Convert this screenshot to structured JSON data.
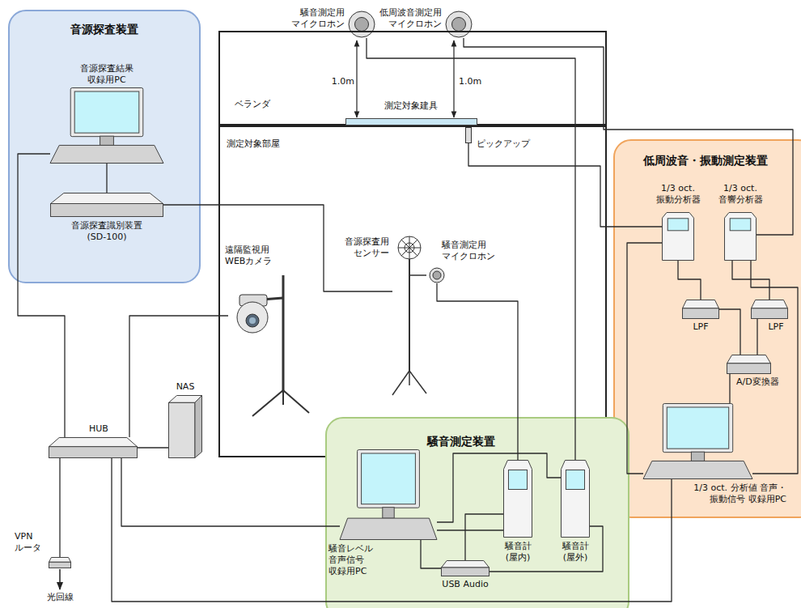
{
  "diagram": {
    "nodes": [
      {
        "text": [
          "音源探査装置"
        ]
      },
      {
        "text": [
          "音源探査結果 収録用PC"
        ],
        "in": 0
      },
      {
        "text": [
          "音源探査識別装置 (SD-100)"
        ],
        "in": 0
      },
      {
        "text": [
          "騒音測定用 マイクロホン"
        ]
      },
      {
        "text": [
          "低周波音測定用 マイクロホン"
        ]
      },
      {
        "text": [
          "ベランダ"
        ]
      },
      {
        "text": [
          "測定対象建具"
        ],
        "in": 5
      },
      {
        "text": [
          "測定対象部屋"
        ]
      },
      {
        "text": [
          "ピックアップ"
        ],
        "in": 7
      },
      {
        "text": [
          "遠隔監視用 WEBカメラ"
        ],
        "in": 7
      },
      {
        "text": [
          "音源探査用 センサー"
        ],
        "in": 7
      },
      {
        "text": [
          "騒音測定用 マイクロホン"
        ],
        "in": 7
      },
      {
        "text": [
          "低周波音・振動測定装置"
        ]
      },
      {
        "text": [
          "1/3 oct. 振動分析器"
        ],
        "in": 12
      },
      {
        "text": [
          "1/3 oct. 音響分析器"
        ],
        "in": 12
      },
      {
        "text": [
          "LPF"
        ],
        "in": 12
      },
      {
        "text": [
          "LPF"
        ],
        "in": 12
      },
      {
        "text": [
          "A/D変換器"
        ],
        "in": 12
      },
      {
        "text": [
          "1/3 oct. 分析値 音声・振動信号 収録用PC"
        ],
        "in": 12
      },
      {
        "text": [
          "NAS"
        ]
      },
      {
        "text": [
          "HUB"
        ]
      },
      {
        "text": [
          "VPN ルータ"
        ]
      },
      {
        "text": [
          "騒音測定装置"
        ]
      },
      {
        "text": [
          "騒音レベル 音声信号 収録用PC"
        ],
        "in": 22
      },
      {
        "text": [
          "騒音計 (屋内)"
        ],
        "in": 22
      },
      {
        "text": [
          "騒音計 (屋外)"
        ],
        "in": 22
      },
      {
        "text": [
          "USB Audio"
        ],
        "in": 22
      }
    ],
    "edges": [
      {
        "from": 1,
        "to": 2,
        "arrow": "none"
      },
      {
        "from": 2,
        "to": 10,
        "arrow": "none"
      },
      {
        "from": 1,
        "to": 20,
        "arrow": "none"
      },
      {
        "from": 20,
        "to": 9,
        "arrow": "none"
      },
      {
        "from": 20,
        "to": 19,
        "arrow": "none"
      },
      {
        "from": 20,
        "to": 21,
        "arrow": "none"
      },
      {
        "from": 20,
        "to": 23,
        "arrow": "none"
      },
      {
        "from": 20,
        "to": 18,
        "arrow": "none"
      },
      {
        "from": 3,
        "to": 25,
        "arrow": "none"
      },
      {
        "from": 4,
        "to": 14,
        "arrow": "none"
      },
      {
        "from": 8,
        "to": 13,
        "arrow": "none"
      },
      {
        "from": 11,
        "to": 24,
        "arrow": "none"
      },
      {
        "from": 24,
        "to": 23,
        "arrow": "none"
      },
      {
        "from": 25,
        "to": 23,
        "arrow": "none"
      },
      {
        "from": 24,
        "to": 26,
        "arrow": "none"
      },
      {
        "from": 25,
        "to": 26,
        "arrow": "none"
      },
      {
        "from": 26,
        "to": 23,
        "arrow": "none"
      },
      {
        "from": 13,
        "to": 15,
        "arrow": "none"
      },
      {
        "from": 14,
        "to": 16,
        "arrow": "none"
      },
      {
        "from": 15,
        "to": 17,
        "arrow": "none"
      },
      {
        "from": 16,
        "to": 17,
        "arrow": "none"
      },
      {
        "from": 17,
        "to": 18,
        "arrow": "none"
      },
      {
        "from": 13,
        "to": 18,
        "arrow": "none"
      },
      {
        "from": 14,
        "to": 18,
        "arrow": "none"
      }
    ],
    "labels": [
      "1.0m",
      "1.0m",
      "光回線"
    ]
  }
}
